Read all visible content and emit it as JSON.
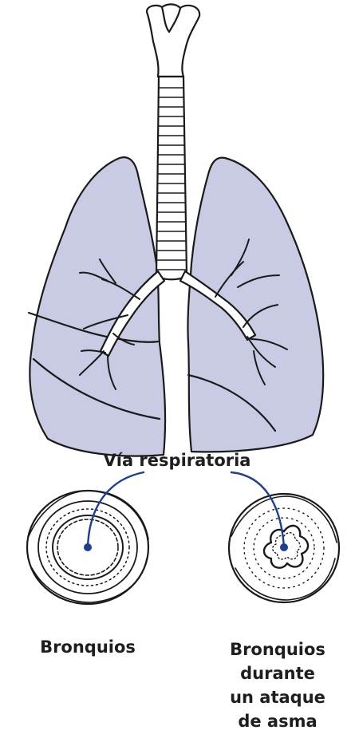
{
  "colors": {
    "lung_fill": "#c8cbe3",
    "outline": "#1a1a1a",
    "pointer": "#1c3f94",
    "text": "#1e1e1e"
  },
  "labels": {
    "airway": "Vía respiratoria",
    "normal_bronchi": "Bronquios",
    "asthma_bronchi": [
      "Bronquios",
      "durante",
      "un ataque",
      "de asma"
    ]
  }
}
